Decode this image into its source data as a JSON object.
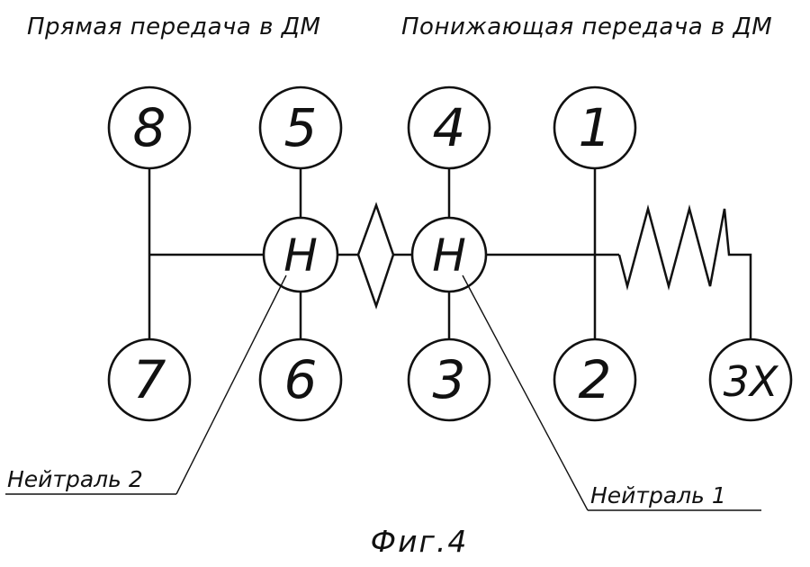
{
  "headers": {
    "direct": "Прямая передача в ДМ",
    "reduction": "Понижающая передача в ДМ"
  },
  "gears": {
    "g8": "8",
    "g5": "5",
    "g4": "4",
    "g1": "1",
    "g7": "7",
    "g6": "6",
    "g3": "3",
    "g2": "2",
    "g3x": "3X"
  },
  "neutrals": {
    "n2": "Н",
    "n1": "Н"
  },
  "callouts": {
    "neutral2": "Нейтраль 2",
    "neutral1": "Нейтраль 1"
  },
  "caption": "Фиг.4"
}
